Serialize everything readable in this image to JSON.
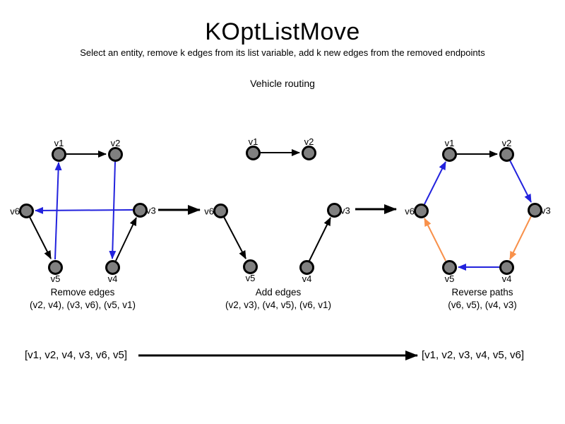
{
  "header": {
    "title": "KOptListMove",
    "subtitle": "Select an entity, remove k edges from its list variable, add k new edges from the removed endpoints",
    "context": "Vehicle routing"
  },
  "colors": {
    "edge-black": "#000000",
    "edge-blue": "#2222dd",
    "edge-orange": "#f8914b",
    "node-fill": "#808080",
    "node-border": "#000000",
    "text": "#000000"
  },
  "graphs": [
    {
      "name": "remove-edges",
      "caption": {
        "line1": "Remove edges",
        "line2": "(v2, v4), (v3, v6), (v5, v1)"
      },
      "nodes": [
        {
          "id": "v1",
          "label": "v1"
        },
        {
          "id": "v2",
          "label": "v2"
        },
        {
          "id": "v3",
          "label": "v3"
        },
        {
          "id": "v4",
          "label": "v4"
        },
        {
          "id": "v5",
          "label": "v5"
        },
        {
          "id": "v6",
          "label": "v6"
        }
      ],
      "edges": [
        {
          "from": "v1",
          "to": "v2",
          "color": "black"
        },
        {
          "from": "v6",
          "to": "v5",
          "color": "black"
        },
        {
          "from": "v4",
          "to": "v3",
          "color": "black"
        },
        {
          "from": "v2",
          "to": "v4",
          "color": "blue"
        },
        {
          "from": "v3",
          "to": "v6",
          "color": "blue"
        },
        {
          "from": "v5",
          "to": "v1",
          "color": "blue"
        }
      ]
    },
    {
      "name": "add-edges",
      "caption": {
        "line1": "Add edges",
        "line2": "(v2, v3), (v4, v5), (v6, v1)"
      },
      "nodes": [
        {
          "id": "v1",
          "label": "v1"
        },
        {
          "id": "v2",
          "label": "v2"
        },
        {
          "id": "v3",
          "label": "v3"
        },
        {
          "id": "v4",
          "label": "v4"
        },
        {
          "id": "v5",
          "label": "v5"
        },
        {
          "id": "v6",
          "label": "v6"
        }
      ],
      "edges": [
        {
          "from": "v1",
          "to": "v2",
          "color": "black"
        },
        {
          "from": "v6",
          "to": "v5",
          "color": "black"
        },
        {
          "from": "v4",
          "to": "v3",
          "color": "black"
        }
      ]
    },
    {
      "name": "reverse-paths",
      "caption": {
        "line1": "Reverse paths",
        "line2": "(v6, v5), (v4, v3)"
      },
      "nodes": [
        {
          "id": "v1",
          "label": "v1"
        },
        {
          "id": "v2",
          "label": "v2"
        },
        {
          "id": "v3",
          "label": "v3"
        },
        {
          "id": "v4",
          "label": "v4"
        },
        {
          "id": "v5",
          "label": "v5"
        },
        {
          "id": "v6",
          "label": "v6"
        }
      ],
      "edges": [
        {
          "from": "v1",
          "to": "v2",
          "color": "black"
        },
        {
          "from": "v2",
          "to": "v3",
          "color": "blue"
        },
        {
          "from": "v3",
          "to": "v4",
          "color": "orange"
        },
        {
          "from": "v4",
          "to": "v5",
          "color": "blue"
        },
        {
          "from": "v5",
          "to": "v6",
          "color": "orange"
        },
        {
          "from": "v6",
          "to": "v1",
          "color": "blue"
        }
      ]
    }
  ],
  "footer": {
    "before_list": "[v1, v2, v4, v3, v6, v5]",
    "after_list": "[v1, v2, v3, v4, v5, v6]"
  }
}
